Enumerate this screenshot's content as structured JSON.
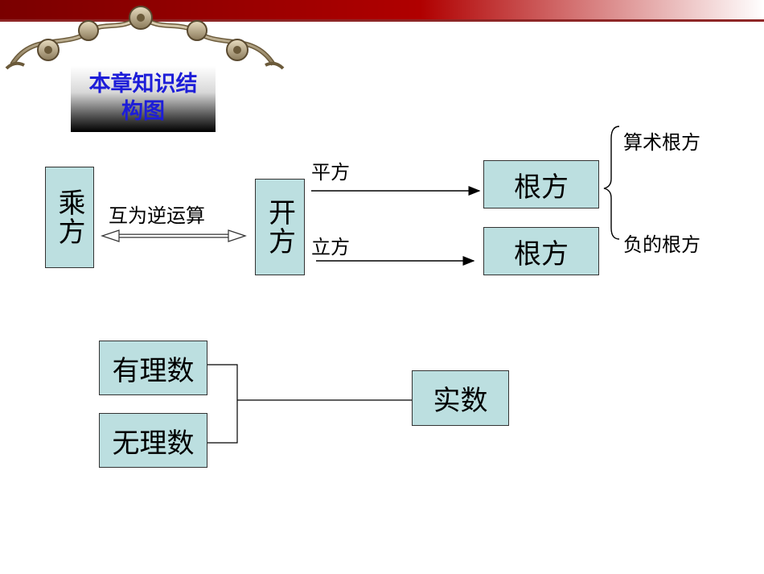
{
  "title": "本章知识结构图",
  "title_line1": "本章知识结",
  "title_line2": "构图",
  "nodes": {
    "chengfang": "乘方",
    "kaifang": "开方",
    "pingfanggen": "根方",
    "lifanggen": "根方",
    "youlishu": "有理数",
    "wulishu": "无理数",
    "shishu": "实数"
  },
  "labels": {
    "huwei": "互为逆运算",
    "pingfang": "平方",
    "lifang": "立方",
    "suanshu": "算术根方",
    "fude": "负的根方"
  },
  "colors": {
    "box_fill": "#bcdfe0",
    "title_text": "#1d1dd8",
    "banner": "#8b0000"
  }
}
